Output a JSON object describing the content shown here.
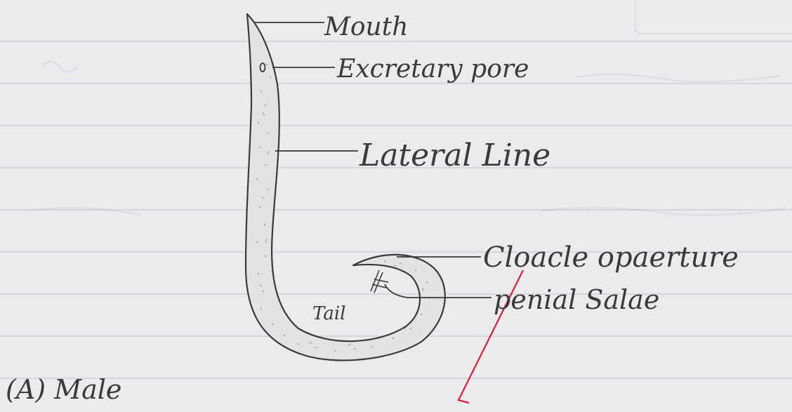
{
  "labels": {
    "mouth": "Mouth",
    "excretory_pore": "Excretary pore",
    "lateral_line": "Lateral Line",
    "cloaca_aperture": "Cloacle opaerture",
    "penial_setae": "penial Salae",
    "tail": "Tail",
    "caption": "(A) Male"
  },
  "colors": {
    "paper": "#ebebee",
    "pencil": "#3a3a3a",
    "red_pen": "#d4203a",
    "ruling": "#9696a5"
  }
}
